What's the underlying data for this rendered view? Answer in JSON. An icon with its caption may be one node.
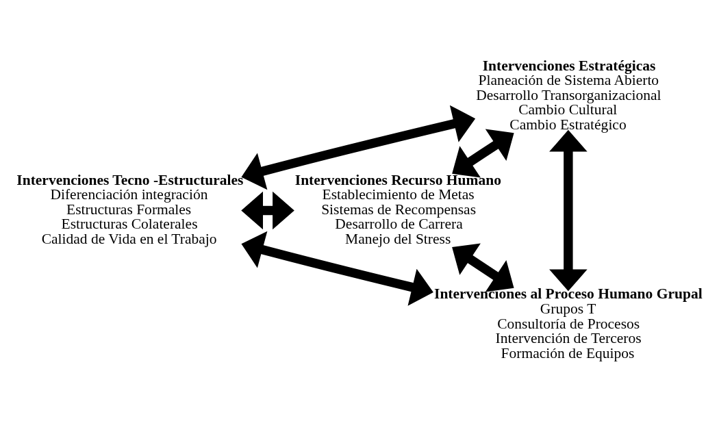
{
  "diagram": {
    "nodes": [
      {
        "text": [
          "Intervenciones Estratégicas",
          "Planeación de Sistema Abierto",
          "Desarrollo Transorganizacional",
          "Cambio Cultural",
          "Cambio Estratégico"
        ]
      },
      {
        "text": [
          "Intervenciones Tecno -Estructurales",
          "Diferenciación integración",
          "Estructuras Formales",
          "Estructuras Colaterales",
          "Calidad de Vida en el Trabajo"
        ]
      },
      {
        "text": [
          "Intervenciones Recurso Humano",
          "Establecimiento de Metas",
          "Sistemas de Recompensas",
          "Desarrollo de Carrera",
          "Manejo del Stress"
        ]
      },
      {
        "text": [
          "Intervenciones al Proceso Humano Grupal",
          "Grupos T",
          "Consultoría de Procesos",
          "Intervención de Terceros",
          "Formación de Equipos"
        ]
      }
    ],
    "edges": [
      {
        "from": 0,
        "to": 1,
        "arrow": "both"
      },
      {
        "from": 0,
        "to": 2,
        "arrow": "both"
      },
      {
        "from": 1,
        "to": 2,
        "arrow": "both"
      },
      {
        "from": 0,
        "to": 3,
        "arrow": "both"
      },
      {
        "from": 1,
        "to": 3,
        "arrow": "both"
      },
      {
        "from": 2,
        "to": 3,
        "arrow": "both"
      }
    ]
  }
}
